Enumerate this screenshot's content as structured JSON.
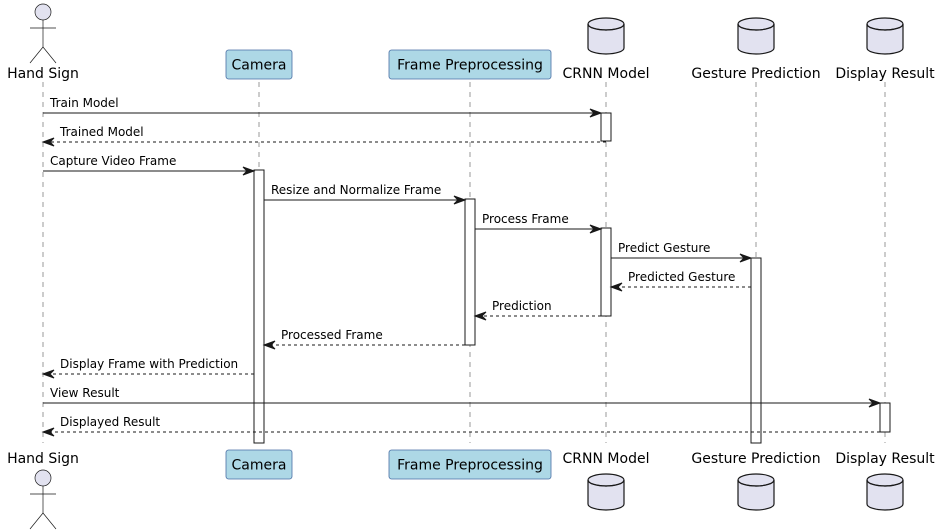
{
  "participants": [
    {
      "id": "hand_sign",
      "name": "Hand Sign",
      "kind": "actor"
    },
    {
      "id": "camera",
      "name": "Camera",
      "kind": "box"
    },
    {
      "id": "frame_preprocessing",
      "name": "Frame Preprocessing",
      "kind": "box"
    },
    {
      "id": "crnn_model",
      "name": "CRNN Model",
      "kind": "database"
    },
    {
      "id": "gesture_prediction",
      "name": "Gesture Prediction",
      "kind": "database"
    },
    {
      "id": "display_result",
      "name": "Display Result",
      "kind": "database"
    }
  ],
  "messages": [
    {
      "from": "hand_sign",
      "to": "crnn_model",
      "text": "Train Model",
      "style": "solid"
    },
    {
      "from": "crnn_model",
      "to": "hand_sign",
      "text": "Trained Model",
      "style": "dashed"
    },
    {
      "from": "hand_sign",
      "to": "camera",
      "text": "Capture Video Frame",
      "style": "solid"
    },
    {
      "from": "camera",
      "to": "frame_preprocessing",
      "text": "Resize and Normalize Frame",
      "style": "solid"
    },
    {
      "from": "frame_preprocessing",
      "to": "crnn_model",
      "text": "Process Frame",
      "style": "solid"
    },
    {
      "from": "crnn_model",
      "to": "gesture_prediction",
      "text": "Predict Gesture",
      "style": "solid"
    },
    {
      "from": "gesture_prediction",
      "to": "crnn_model",
      "text": "Predicted Gesture",
      "style": "dashed"
    },
    {
      "from": "crnn_model",
      "to": "frame_preprocessing",
      "text": "Prediction",
      "style": "dashed"
    },
    {
      "from": "frame_preprocessing",
      "to": "camera",
      "text": "Processed Frame",
      "style": "dashed"
    },
    {
      "from": "camera",
      "to": "hand_sign",
      "text": "Display Frame with Prediction",
      "style": "dashed"
    },
    {
      "from": "hand_sign",
      "to": "display_result",
      "text": "View Result",
      "style": "solid"
    },
    {
      "from": "display_result",
      "to": "hand_sign",
      "text": "Displayed Result",
      "style": "dashed"
    }
  ],
  "colors": {
    "box_fill": "#ADD8E6",
    "box_stroke": "#4A6FA5",
    "symbol_fill": "#E2E2F0",
    "symbol_stroke": "#181818",
    "lifeline": "#555555",
    "arrow": "#181818"
  }
}
